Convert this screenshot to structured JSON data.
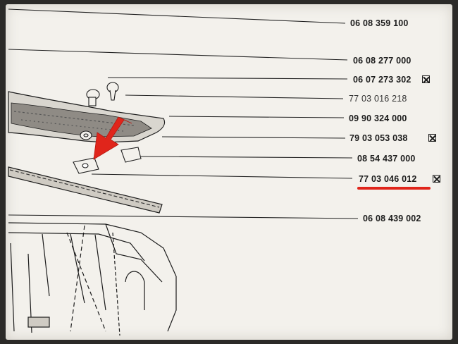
{
  "parts_list": {
    "entries": [
      {
        "part_number": "06 08 359 100",
        "marked": false
      },
      {
        "part_number": "06 08 277 000",
        "marked": false
      },
      {
        "part_number": "06 07 273 302",
        "marked": true
      },
      {
        "part_number": "77 03 016 218",
        "marked": false
      },
      {
        "part_number": "09 90 324 000",
        "marked": false
      },
      {
        "part_number": "79 03 053 038",
        "marked": true
      },
      {
        "part_number": "08 54 437 000",
        "marked": false
      },
      {
        "part_number": "77 03 046 012",
        "marked": true,
        "highlighted": true
      },
      {
        "part_number": "06 08 439 002",
        "marked": false
      }
    ]
  },
  "colors": {
    "paper": "#f3f1ec",
    "ink": "#1c1c1c",
    "highlight_red": "#e0251b"
  },
  "icons": {
    "marker": "x-box-icon",
    "pointer": "red-arrow-icon"
  }
}
